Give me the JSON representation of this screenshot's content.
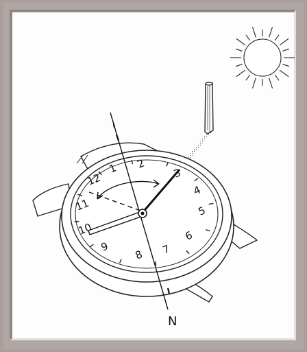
{
  "figure": {
    "north_label": "N",
    "dial_numbers": [
      "12",
      "1",
      "2",
      "3",
      "4",
      "5",
      "6",
      "7",
      "8",
      "9",
      "10",
      "11"
    ]
  },
  "colors": {
    "background": "#a89e9c",
    "panel": "#fdfdfd",
    "ink": "#111111"
  }
}
